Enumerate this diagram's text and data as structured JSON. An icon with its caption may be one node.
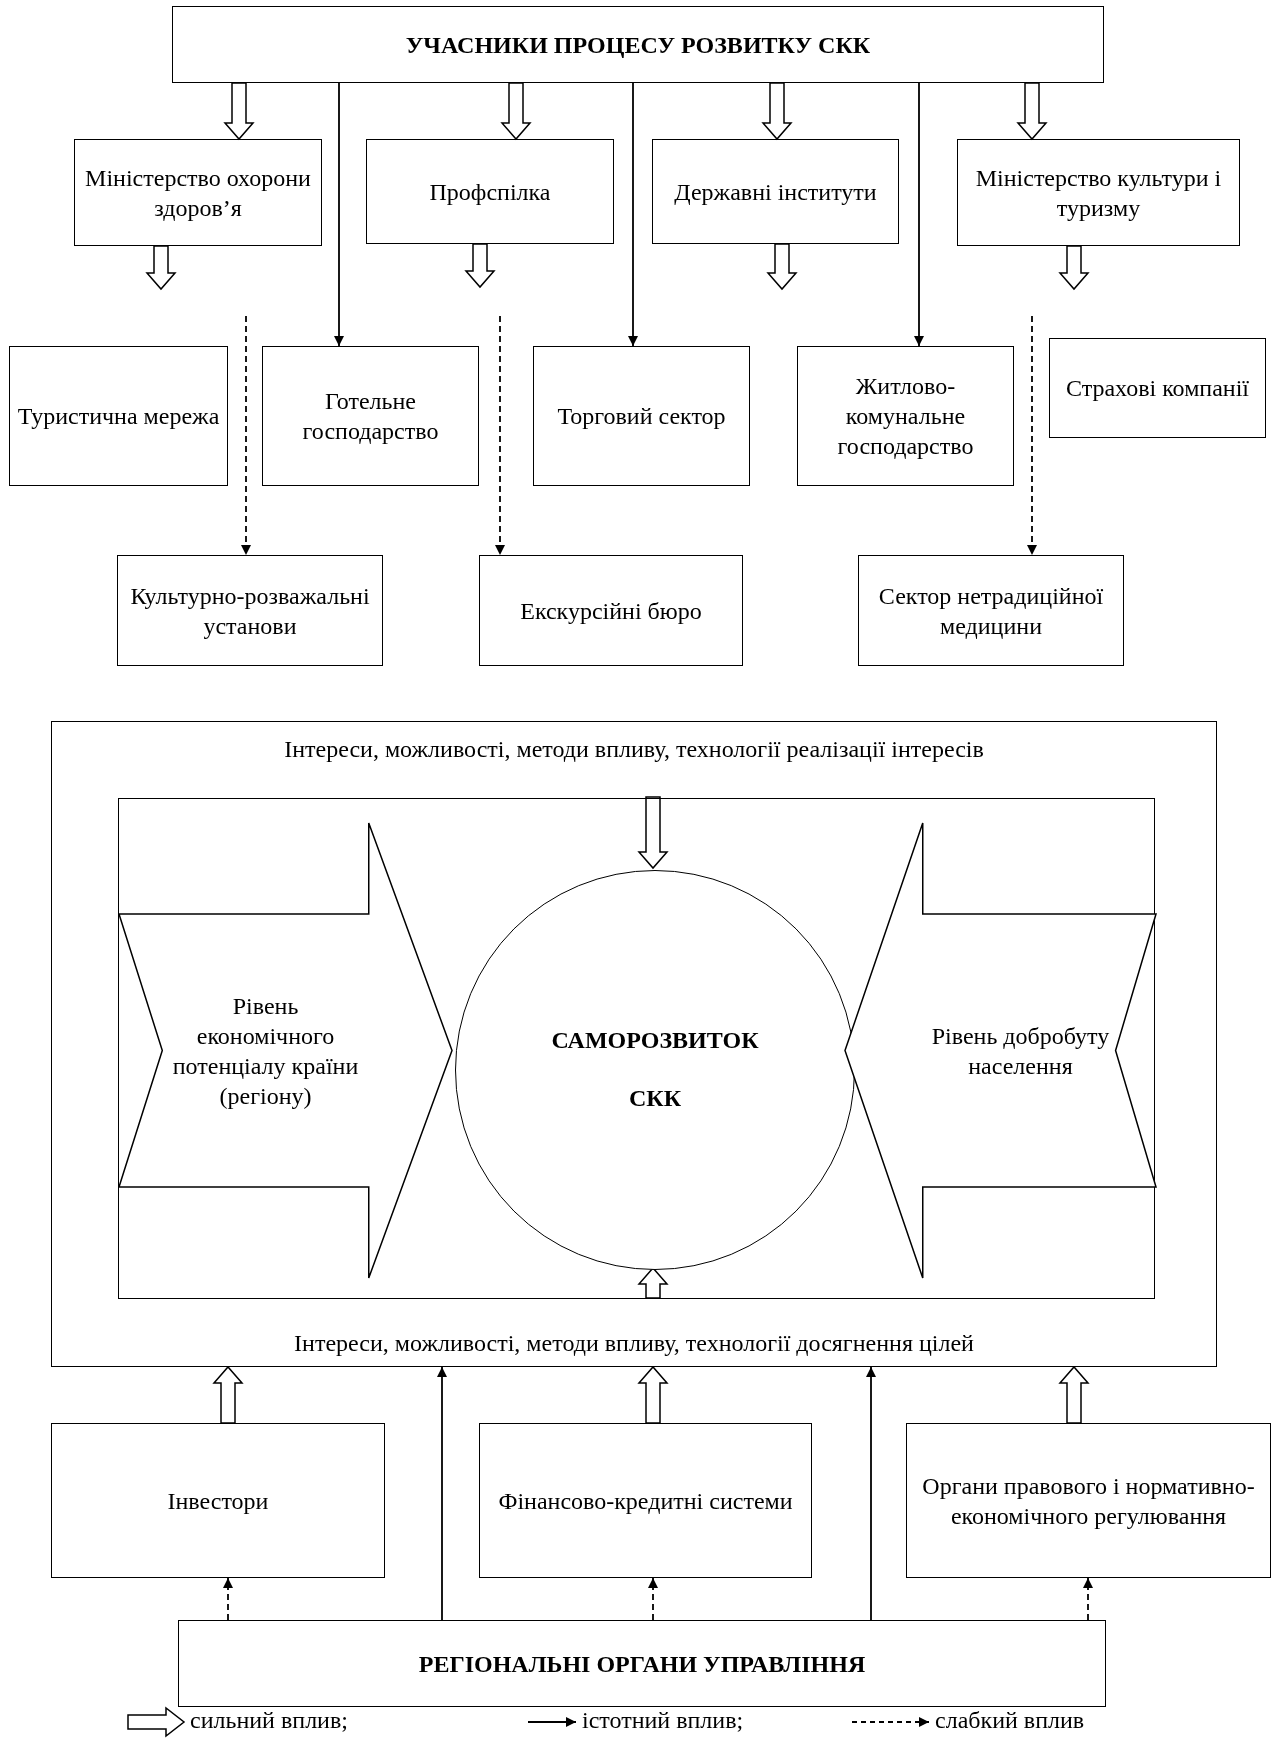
{
  "diagram": {
    "nodes": [
      {
        "text": [
          "УЧАСНИКИ ПРОЦЕСУ РОЗВИТКУ СКК"
        ]
      },
      {
        "text": [
          "Міністерство охорони здоров’я"
        ]
      },
      {
        "text": [
          "Профспілка"
        ]
      },
      {
        "text": [
          "Державні інститути"
        ]
      },
      {
        "text": [
          "Міністерство культури і туризму"
        ]
      },
      {
        "text": [
          "Туристична мережа"
        ]
      },
      {
        "text": [
          "Готельне господарство"
        ]
      },
      {
        "text": [
          "Торговий сектор"
        ]
      },
      {
        "text": [
          "Житлово-комунальне господарство"
        ]
      },
      {
        "text": [
          "Страхові компанії"
        ]
      },
      {
        "text": [
          "Культурно-розважальні установи"
        ]
      },
      {
        "text": [
          "Екскурсійні бюро"
        ]
      },
      {
        "text": [
          "Сектор нетрадиційної медицини"
        ]
      },
      {
        "text": [
          "Інтереси, можливості, методи впливу, технології реалізації інтересів",
          "Інтереси, можливості, методи впливу, технології досягнення цілей"
        ]
      },
      {
        "text": [],
        "shape": "box",
        "in": 13
      },
      {
        "text": [
          "Рівень економічного потенціалу країни (регіону)"
        ],
        "in": 14
      },
      {
        "text": [
          "САМОРОЗВИТОК СКК"
        ],
        "in": 14
      },
      {
        "text": [
          "Рівень добробуту населення"
        ],
        "in": 14
      },
      {
        "text": [
          "Інвестори"
        ]
      },
      {
        "text": [
          "Фінансово-кредитні системи"
        ]
      },
      {
        "text": [
          "Органи правового і нормативно-економічного регулювання"
        ]
      },
      {
        "text": [
          "РЕГІОНАЛЬНІ ОРГАНИ УПРАВЛІННЯ"
        ]
      }
    ],
    "edges": [
      {
        "from": 0,
        "to": 1,
        "arrow": "to",
        "style": "thick"
      },
      {
        "from": 0,
        "to": 2,
        "arrow": "to",
        "style": "thick"
      },
      {
        "from": 0,
        "to": 3,
        "arrow": "to",
        "style": "thick"
      },
      {
        "from": 0,
        "to": 4,
        "arrow": "to",
        "style": "thick"
      },
      {
        "from": 0,
        "to": 6,
        "arrow": "to"
      },
      {
        "from": 0,
        "to": 7,
        "arrow": "to"
      },
      {
        "from": 0,
        "to": 8,
        "arrow": "to"
      },
      {
        "from": 1,
        "to": null,
        "arrow": "to",
        "style": "thick"
      },
      {
        "from": 2,
        "to": null,
        "arrow": "to",
        "style": "thick"
      },
      {
        "from": 3,
        "to": null,
        "arrow": "to",
        "style": "thick"
      },
      {
        "from": 4,
        "to": null,
        "arrow": "to",
        "style": "thick"
      },
      {
        "from": null,
        "to": 10,
        "arrow": "to",
        "style": "dashed"
      },
      {
        "from": null,
        "to": 11,
        "arrow": "to",
        "style": "dashed"
      },
      {
        "from": null,
        "to": 12,
        "arrow": "to",
        "style": "dashed"
      },
      {
        "from": 13,
        "to": 16,
        "arrow": "to",
        "style": "thick"
      },
      {
        "from": 13,
        "to": 16,
        "arrow": "to",
        "style": "thick"
      },
      {
        "from": 18,
        "to": 13,
        "arrow": "to",
        "style": "thick"
      },
      {
        "from": 19,
        "to": 13,
        "arrow": "to",
        "style": "thick"
      },
      {
        "from": 20,
        "to": 13,
        "arrow": "to",
        "style": "thick"
      },
      {
        "from": 21,
        "to": 13,
        "arrow": "to"
      },
      {
        "from": 21,
        "to": 13,
        "arrow": "to"
      },
      {
        "from": 21,
        "to": 18,
        "arrow": "to",
        "style": "dashed"
      },
      {
        "from": 21,
        "to": 19,
        "arrow": "to",
        "style": "dashed"
      },
      {
        "from": 21,
        "to": 20,
        "arrow": "to",
        "style": "dashed"
      }
    ],
    "legend": [
      {
        "text": "сильний вплив;"
      },
      {
        "text": "істотний вплив;"
      },
      {
        "text": "слабкий вплив"
      }
    ]
  }
}
